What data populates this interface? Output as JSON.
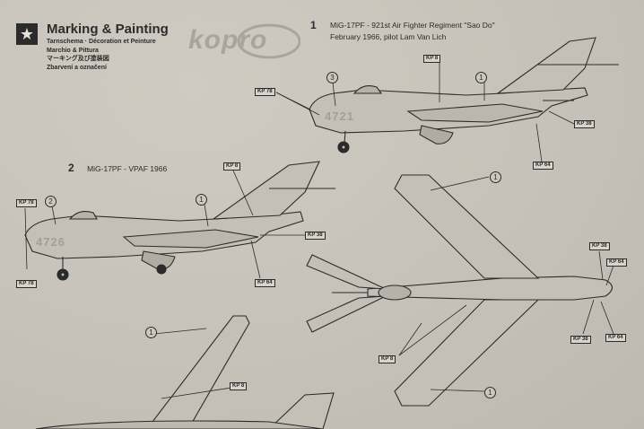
{
  "header": {
    "title": "Marking & Painting",
    "lines": [
      "Tarnschema · Décoration et Peinture",
      "Marchio & Pittura",
      "マーキング及び塗装図",
      "Zbarvení a označení"
    ]
  },
  "logo": {
    "text": "kopro"
  },
  "profile1": {
    "number": "1",
    "line1": "MiG-17PF - 921st Air Fighter Regiment \"Sao Do\"",
    "line2": "February 1966, pilot Lam Van Lich",
    "serial": "4721"
  },
  "profile2": {
    "number": "2",
    "title": "MiG-17PF - VPAF  1966",
    "serial": "4726"
  },
  "callouts": {
    "kp8": "KP 8",
    "kp78": "KP 78",
    "kp38": "KP 38",
    "kp64": "KP 64",
    "c1": "1",
    "c2": "2",
    "c3": "3"
  },
  "colors": {
    "paper": "#c9c5bc",
    "ink": "#2b2b2b",
    "decal_gray": "#a39f95"
  }
}
